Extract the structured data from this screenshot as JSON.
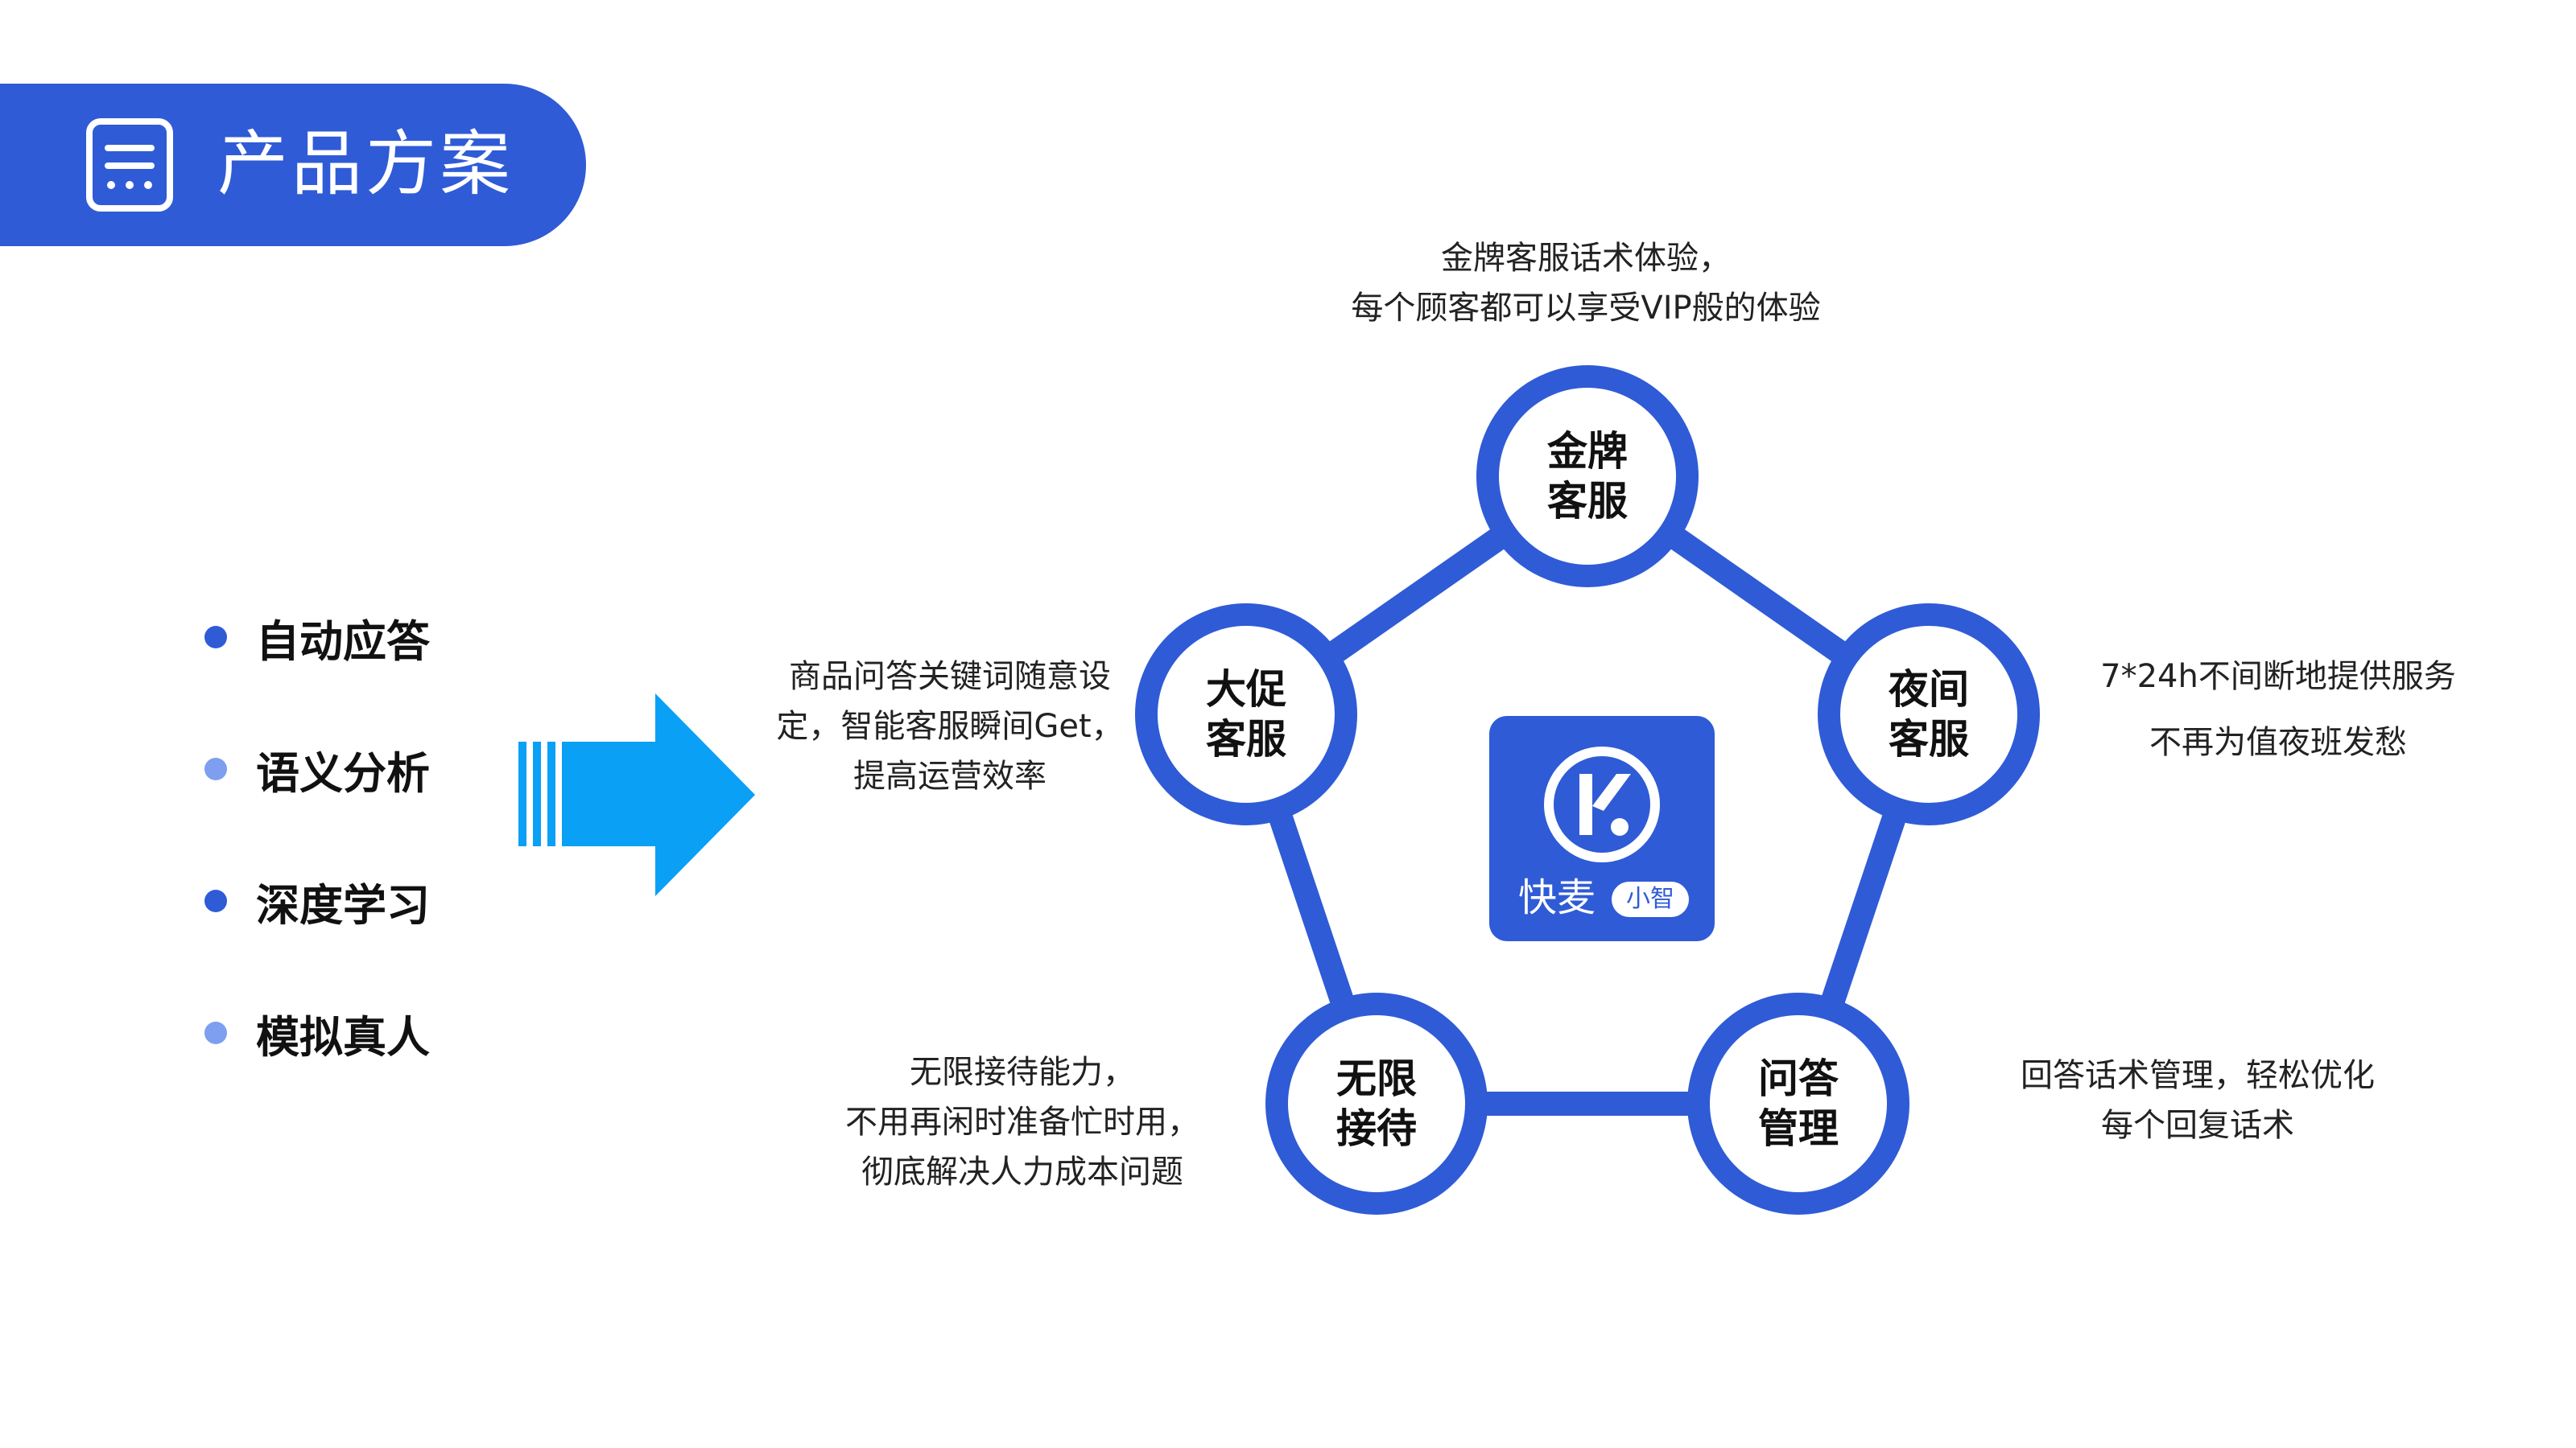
{
  "header": {
    "title": "产品方案",
    "icon": "document-list-icon",
    "color": "#2f5bd6"
  },
  "features": [
    {
      "label": "自动应答",
      "dot_color": "#2f5bd6"
    },
    {
      "label": "语义分析",
      "dot_color": "#7e9ef0"
    },
    {
      "label": "深度学习",
      "dot_color": "#2f5bd6"
    },
    {
      "label": "模拟真人",
      "dot_color": "#7e9ef0"
    }
  ],
  "arrow": {
    "icon": "right-arrow-icon",
    "color": "#0aa0f5"
  },
  "center": {
    "brand": "快麦",
    "badge": "小智",
    "icon": "k-logo-icon"
  },
  "nodes": [
    {
      "line1": "金牌",
      "line2": "客服",
      "desc": [
        "金牌客服话术体验，",
        "每个顾客都可以享受VIP般的体验"
      ]
    },
    {
      "line1": "夜间",
      "line2": "客服",
      "desc": [
        "7*24h不间断地提供服务",
        "不再为值夜班发愁"
      ]
    },
    {
      "line1": "问答",
      "line2": "管理",
      "desc": [
        "回答话术管理，轻松优化",
        "每个回复话术"
      ]
    },
    {
      "line1": "无限",
      "line2": "接待",
      "desc": [
        "无限接待能力，",
        "不用再闲时准备忙时用，",
        "彻底解决人力成本问题"
      ]
    },
    {
      "line1": "大促",
      "line2": "客服",
      "desc": [
        "商品问答关键词随意设",
        "定，智能客服瞬间Get，",
        "提高运营效率"
      ]
    }
  ],
  "colors": {
    "primary": "#2f5bd6",
    "light": "#7e9ef0",
    "arrow": "#0aa0f5"
  }
}
